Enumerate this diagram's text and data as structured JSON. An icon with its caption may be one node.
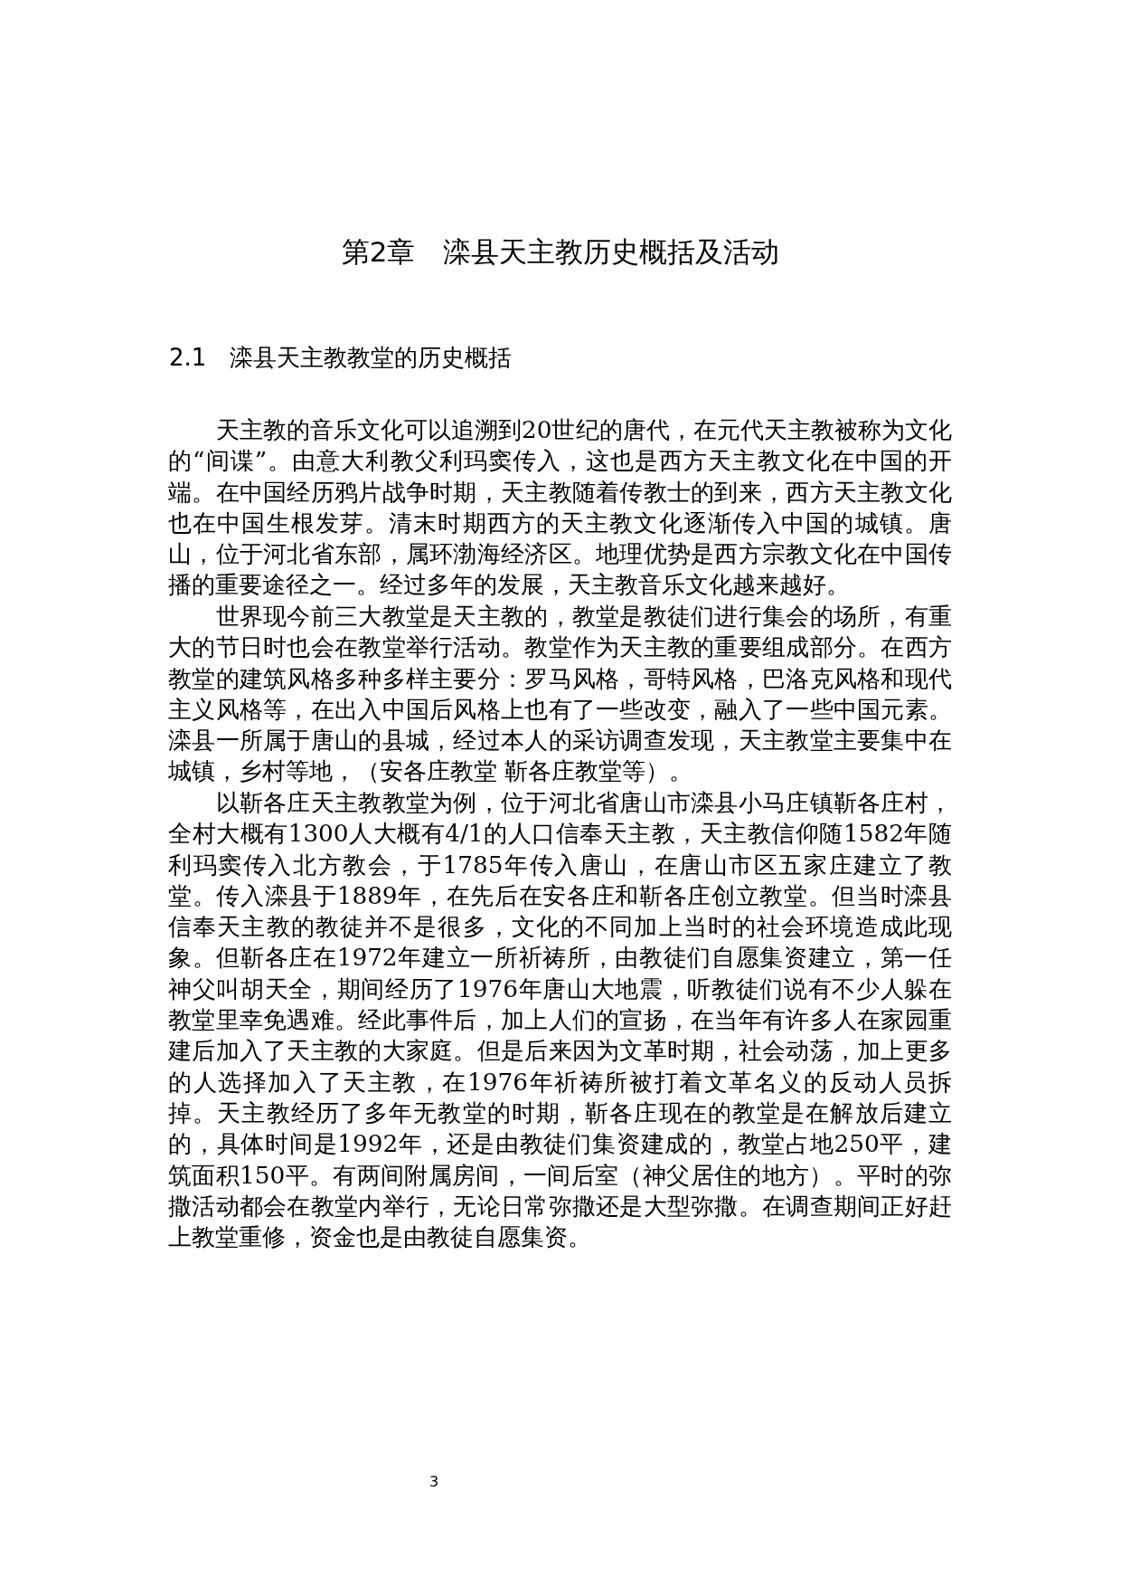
{
  "diagram": {
    "title": "第2章　滦县天主教历史概括及活动",
    "labels": [
      "2.1　滦县天主教教堂的历史概括",
      "天主教的音乐文化可以追溯到20世纪的唐代，在元代天主教被称为文化的“间谍”。由意大利教父利玛窦传入，这也是西方天主教文化在中国的开端。在中国经历鸦片战争时期，天主教随着传教士的到来，西方天主教文化也在中国生根发芽。清末时期西方的天主教文化逐渐传入中国的城镇。唐山，位于河北省东部，属环渤海经济区。地理优势是西方宗教文化在中国传播的重要途径之一。经过多年的发展，天主教音乐文化越来越好。",
      "世界现今前三大教堂是天主教的，教堂是教徒们进行集会的场所，有重大的节日时也会在教堂举行活动。教堂作为天主教的重要组成部分。在西方教堂的建筑风格多种多样主要分：罗马风格，哥特风格，巴洛克风格和现代主义风格等，在出入中国后风格上也有了一些改变，融入了一些中国元素。滦县一所属于唐山的县城，经过本人的采访调查发现，天主教堂主要集中在城镇，乡村等地，（安各庄教堂 靳各庄教堂等）。",
      "以靳各庄天主教教堂为例，位于河北省唐山市滦县小马庄镇靳各庄村，全村大概有1300人大概有4/1的人口信奉天主教，天主教信仰随1582年随利玛窦传入北方教会，于1785年传入唐山，在唐山市区五家庄建立了教堂。传入滦县于1889年，在先后在安各庄和靳各庄创立教堂。但当时滦县信奉天主教的教徒并不是很多，文化的不同加上当时的社会环境造成此现象。但靳各庄在1972年建立一所祈祷所，由教徒们自愿集资建立，第一任神父叫胡天全，期间经历了1976年唐山大地震，听教徒们说有不少人躲在教堂里幸免遇难。经此事件后，加上人们的宣扬，在当年有许多人在家园重建后加入了天主教的大家庭。但是后来因为文革时期，社会动荡，加上更多的人选择加入了天主教，在1976年祈祷所被打着文革名义的反动人员拆掉。天主教经历了多年无教堂的时期，靳各庄现在的教堂是在解放后建立的，具体时间是1992年，还是由教徒们集资建成的，教堂占地250平，建筑面积150平。有两间附属房间，一间后室（神父居住的地方）。平时的弥撒活动都会在教堂内举行，无论日常弥撒还是大型弥撒。在调查期间正好赶上教堂重修，资金也是由教徒自愿集资。",
      "3"
    ]
  }
}
